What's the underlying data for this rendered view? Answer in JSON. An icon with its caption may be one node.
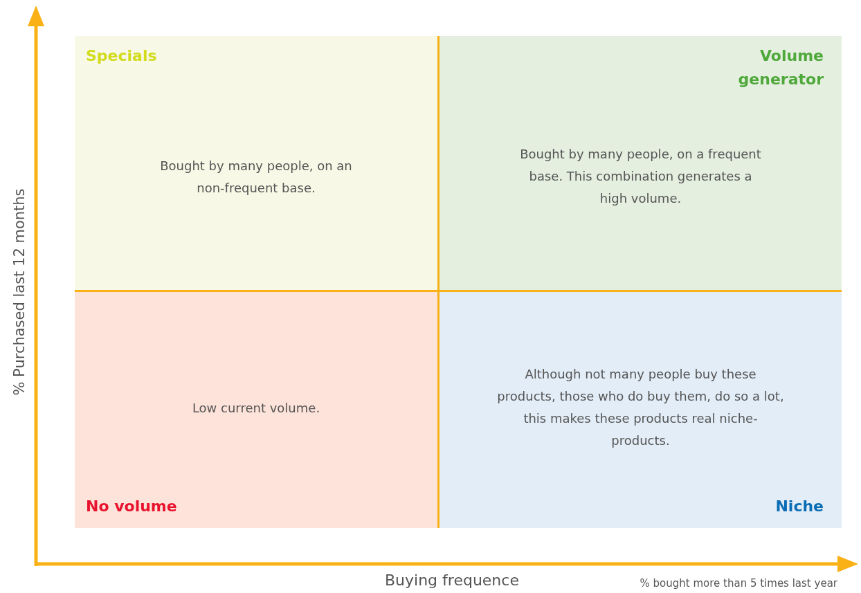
{
  "diagram": {
    "nodes": [
      {
        "text": [
          "Specials",
          "Bought by many people, on an non-frequent base."
        ]
      },
      {
        "text": [
          "Volume generator",
          "Bought by many people, on a frequent base. This combination generates a high volume."
        ]
      },
      {
        "text": [
          "Low current volume.",
          "No volume"
        ]
      },
      {
        "text": [
          "Although not many people buy these products, those who do buy them, do so a lot, this makes these products real niche-products.",
          "Niche"
        ]
      }
    ],
    "edges": [],
    "labels": [
      "% Purchased last 12 months",
      "Buying frequence",
      "% bought more than 5 times last year"
    ]
  }
}
